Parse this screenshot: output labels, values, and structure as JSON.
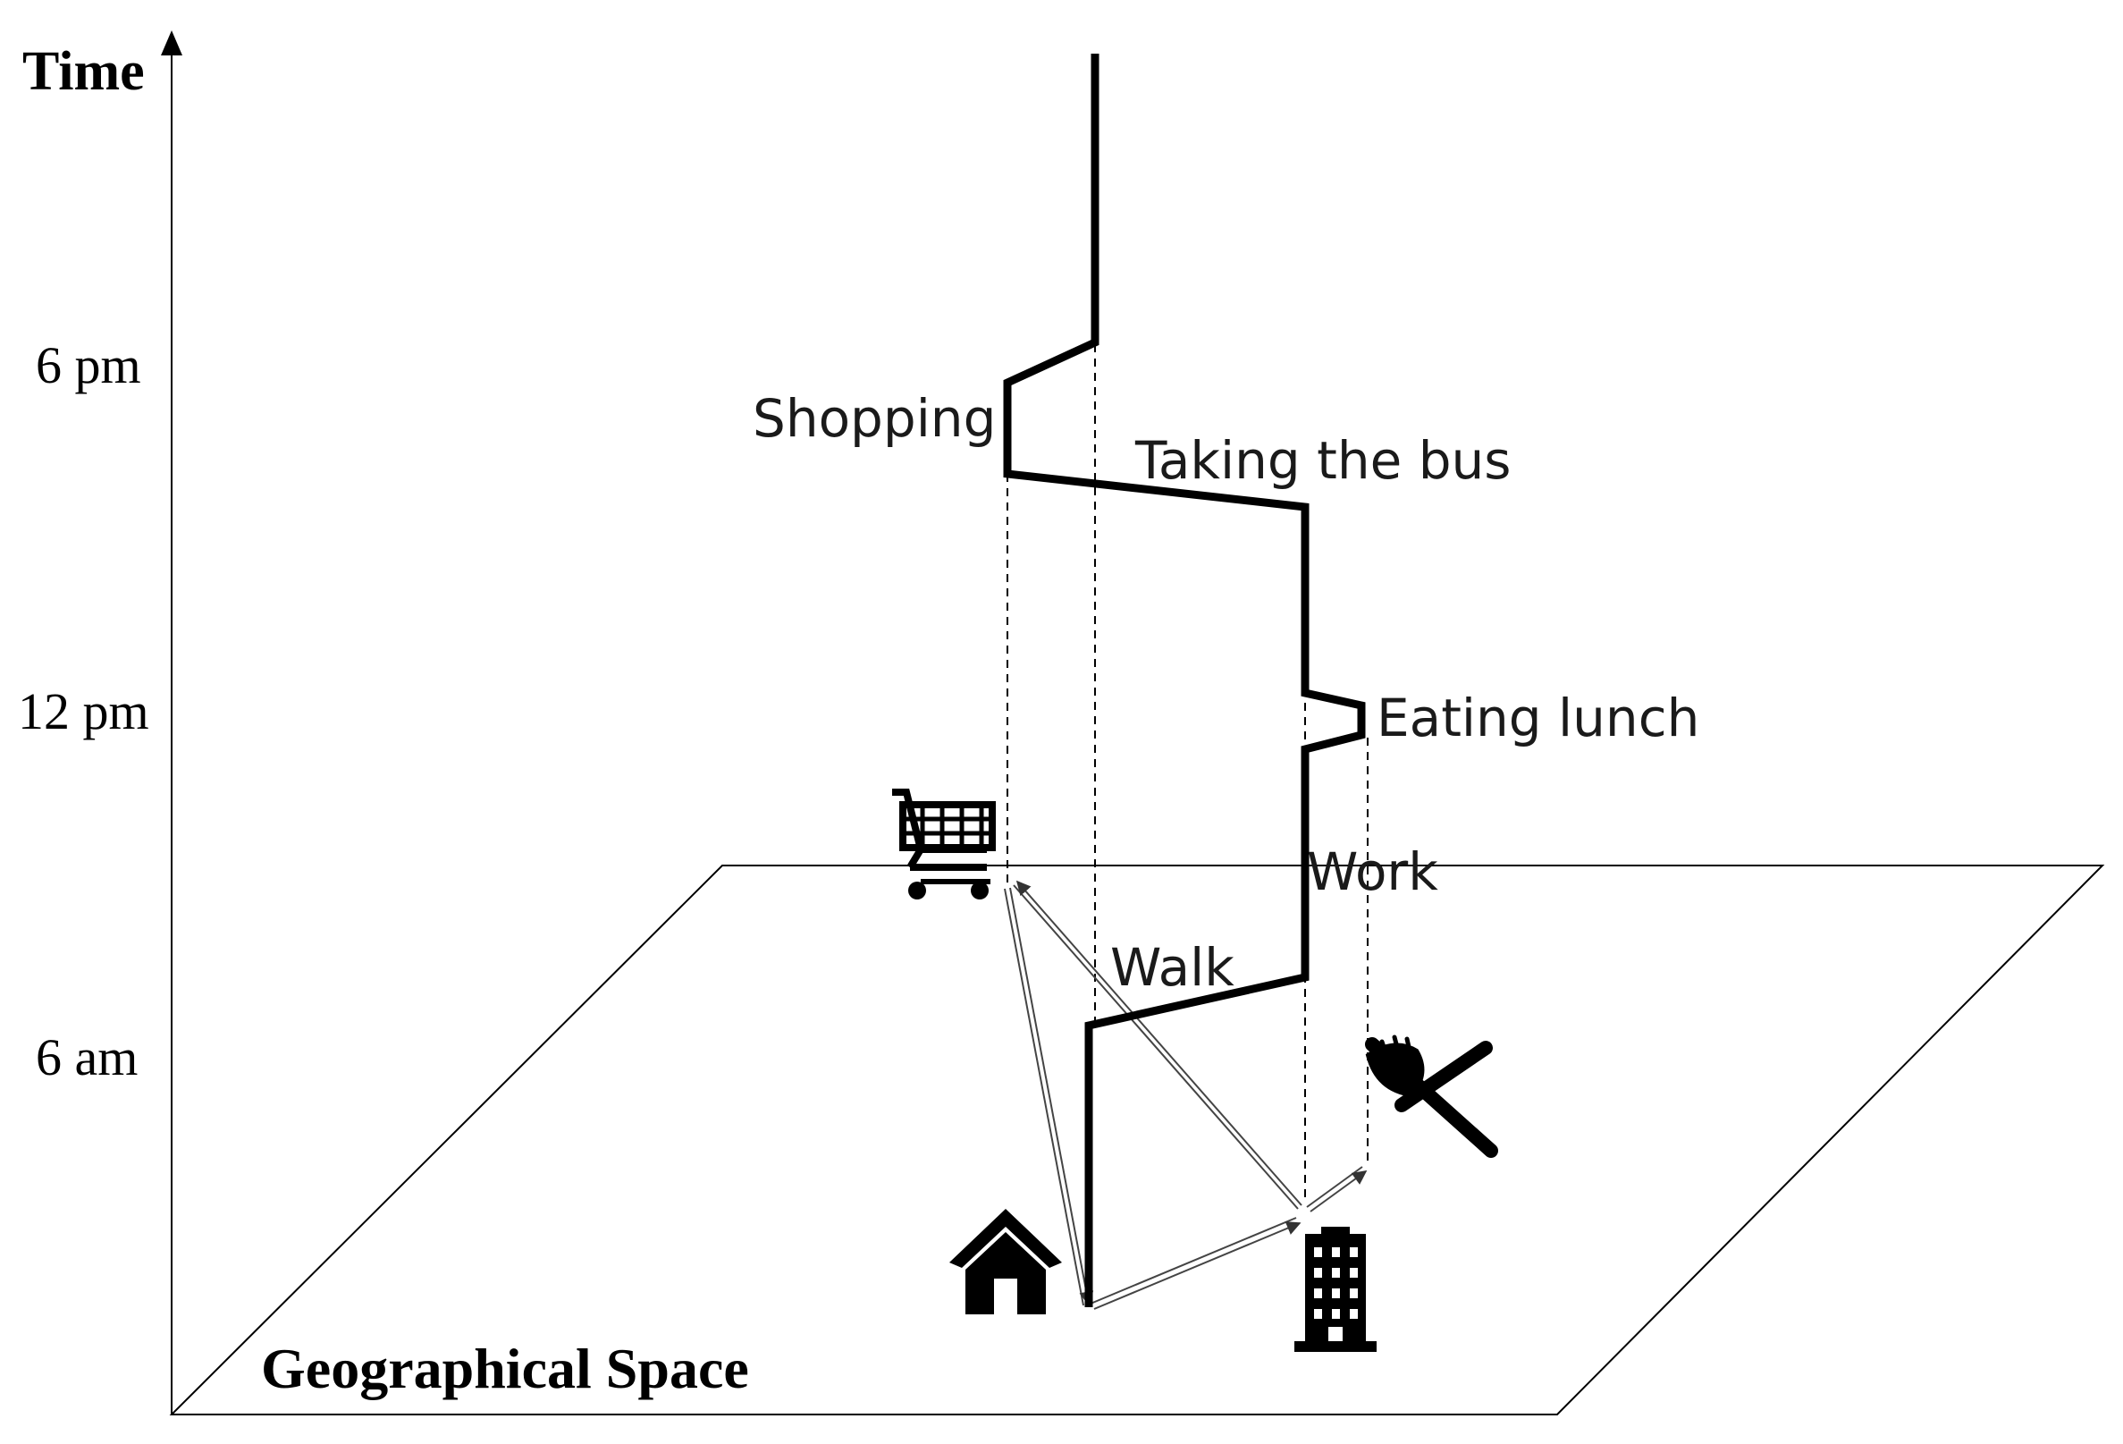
{
  "axis": {
    "time_label": "Time",
    "ticks": [
      "6 pm",
      "12 pm",
      "6 am"
    ]
  },
  "plane": {
    "label": "Geographical Space"
  },
  "activities": {
    "shopping": "Shopping",
    "bus": "Taking the bus",
    "lunch": "Eating lunch",
    "work": "Work",
    "walk": "Walk"
  },
  "icons": [
    "shopping-cart-icon",
    "house-icon",
    "office-building-icon",
    "fork-knife-icon"
  ],
  "colors": {
    "ink": "#000000",
    "path": "#000000",
    "projection": "#555555"
  }
}
